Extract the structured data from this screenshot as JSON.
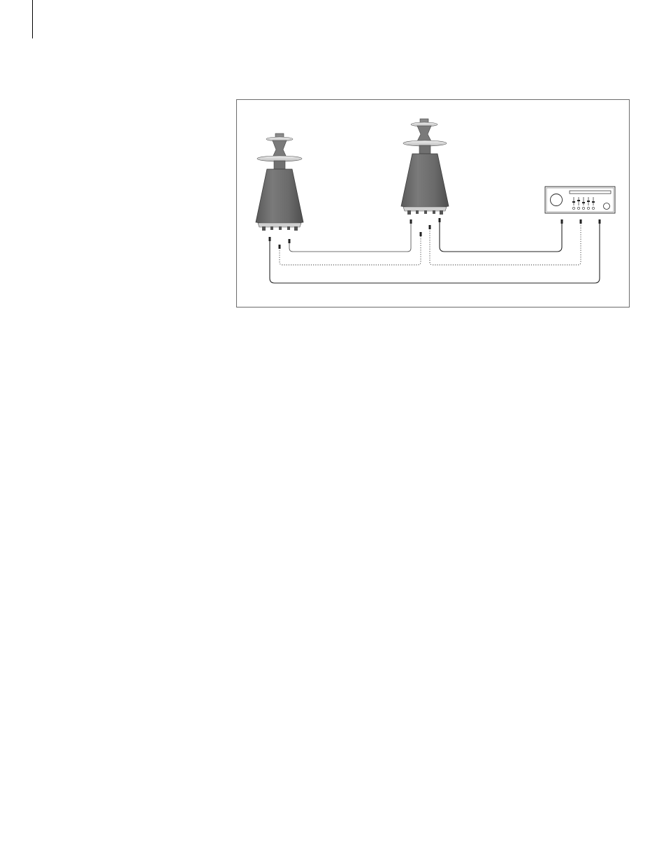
{
  "page": {
    "background": "#ffffff",
    "margin_rule_color": "#000000"
  },
  "diagram": {
    "description_type": "connection-diagram",
    "components": [
      {
        "id": "left-speaker",
        "kind": "speaker"
      },
      {
        "id": "right-speaker",
        "kind": "speaker"
      },
      {
        "id": "amplifier",
        "kind": "audio-unit"
      }
    ],
    "connections": [
      {
        "id": "cable-left-to-right-speaker",
        "style": "thin-solid"
      },
      {
        "id": "cable-left-to-amplifier-dotted",
        "style": "dotted"
      },
      {
        "id": "cable-right-speaker-to-amplifier",
        "style": "solid"
      },
      {
        "id": "cable-right-to-amplifier-dotted",
        "style": "dotted"
      },
      {
        "id": "cable-left-to-amplifier-solid",
        "style": "solid"
      }
    ],
    "colors": {
      "speaker_body": "#6e6e6e",
      "speaker_dark": "#4a4a4a",
      "speaker_light": "#d9d9d9",
      "frame_border": "#6b6b6b",
      "cable": "#222222"
    }
  }
}
